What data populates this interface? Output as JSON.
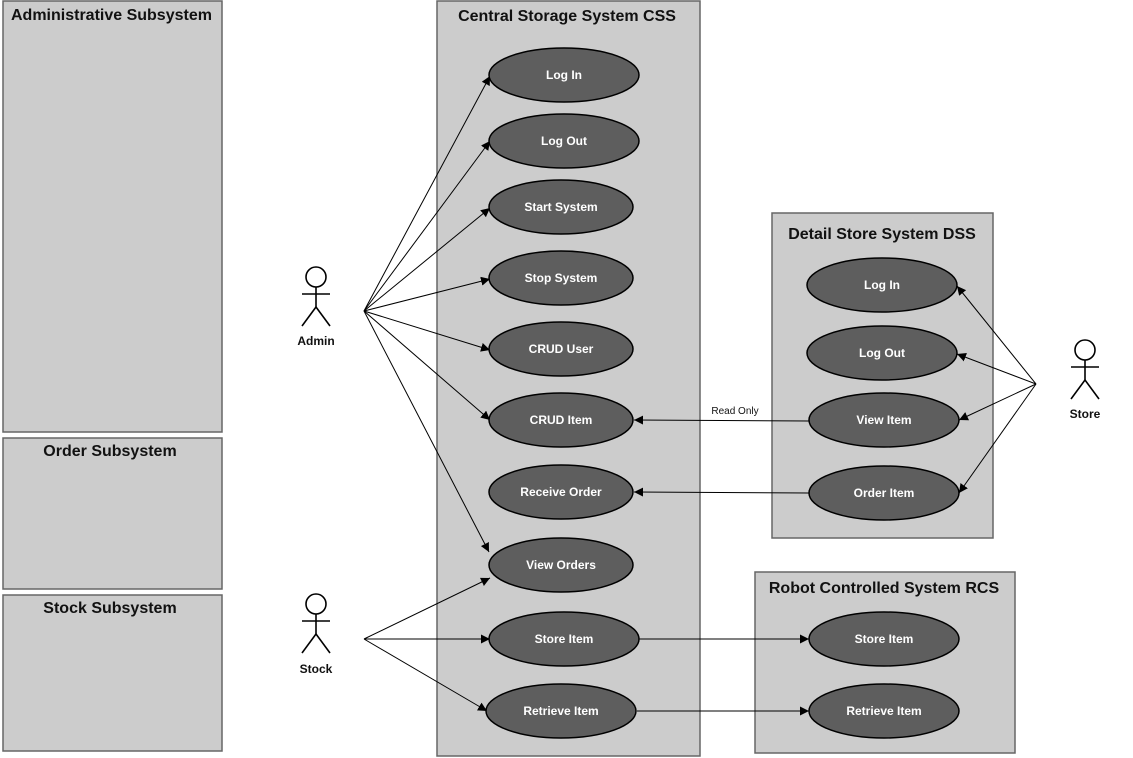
{
  "subsystems": {
    "administrative": "Administrative Subsystem",
    "order": "Order Subsystem",
    "stock": "Stock Subsystem"
  },
  "systems": {
    "css": {
      "title": "Central Storage System CSS",
      "use_cases": {
        "log_in": "Log In",
        "log_out": "Log Out",
        "start_system": "Start System",
        "stop_system": "Stop System",
        "crud_user": "CRUD User",
        "crud_item": "CRUD Item",
        "receive_order": "Receive Order",
        "view_orders": "View Orders",
        "store_item": "Store Item",
        "retrieve_item": "Retrieve Item"
      }
    },
    "dss": {
      "title": "Detail Store System DSS",
      "use_cases": {
        "log_in": "Log In",
        "log_out": "Log Out",
        "view_item": "View Item",
        "order_item": "Order Item"
      }
    },
    "rcs": {
      "title": "Robot Controlled System RCS",
      "use_cases": {
        "store_item": "Store Item",
        "retrieve_item": "Retrieve Item"
      }
    }
  },
  "actors": {
    "admin": "Admin",
    "stock": "Stock",
    "store": "Store"
  },
  "edge_labels": {
    "read_only": "Read Only"
  },
  "colors": {
    "box_fill": "#cccccc",
    "use_case_fill": "#5e5e5e",
    "use_case_text": "#ffffff"
  }
}
